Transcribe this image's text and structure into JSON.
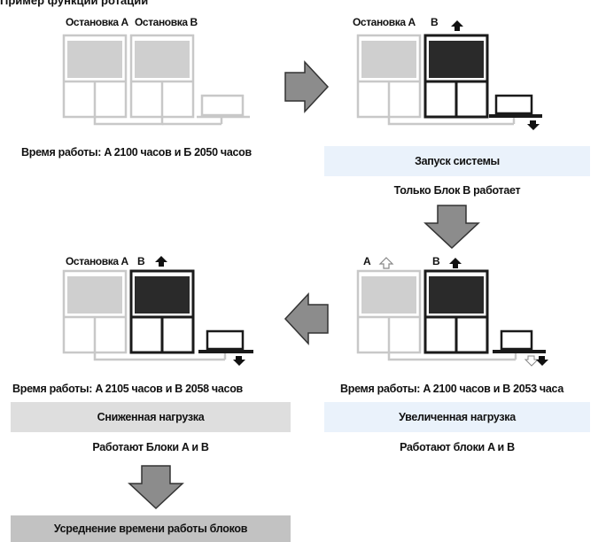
{
  "heading": "Пример функции ротации",
  "colors": {
    "idle": "#c8c8c8",
    "active": "#1a1a1a",
    "arrow_fill": "#8c8c8c",
    "box_blue": "#eaf2fb",
    "box_gray": "#dedede",
    "box_dark": "#c2c2c2"
  },
  "panels": {
    "p1": {
      "label_a": "Остановка A",
      "label_b": "Остановка B",
      "caption": "Время работы: A 2100 часов и Б 2050 часов"
    },
    "p2": {
      "label_a": "Остановка A",
      "label_b": "B",
      "box": "Запуск системы",
      "note": "Только Блок В работает"
    },
    "p3": {
      "label_a": "Остановка A",
      "label_b": "B",
      "caption": "Время работы: A 2105 часов и B 2058 часов",
      "box": "Сниженная нагрузка",
      "note": "Работают Блоки A и B"
    },
    "p4": {
      "label_a": "A",
      "label_b": "B",
      "caption": "Время работы: A 2100 часов и B 2053 часа",
      "box": "Увеличенная нагрузка",
      "note": "Работают блоки A и B"
    }
  },
  "final_box": "Усреднение времени работы блоков"
}
